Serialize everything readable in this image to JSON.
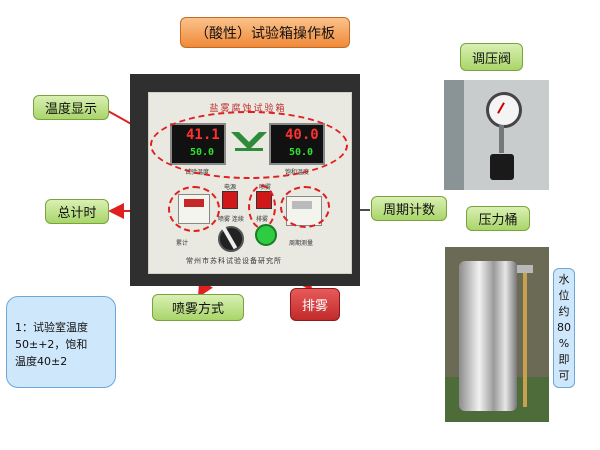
{
  "title": "（酸性）试验箱操作板",
  "callouts": {
    "temp_display": "温度显示",
    "total_timer": "总计时",
    "spray_mode": "喷雾方式",
    "exhaust": "排雾",
    "cycle_count": "周期计数",
    "regulator": "调压阀",
    "pressure_tank": "压力桶"
  },
  "panel": {
    "name": "盐雾腐蚀试验箱",
    "left_meter": {
      "pv": "41.1",
      "sv": "50.0",
      "label": "试验温度"
    },
    "right_meter": {
      "pv": "40.0",
      "sv": "50.0",
      "label": "饱和温度"
    },
    "power_label": "电源",
    "spray_label": "喷雾",
    "total_label": "累计",
    "cycle_label": "周期测量",
    "switch_label": "喷雾 连续",
    "exhaust_label": "排雾",
    "maker": "常州市苏科试验设备研究所"
  },
  "note": {
    "line1": "1：试验室温度",
    "line2": "50±+2，饱和",
    "line3": "温度40±2"
  },
  "water_level": [
    "水",
    "位",
    "约",
    "80",
    "%",
    "即",
    "可"
  ],
  "colors": {
    "arrow": "#e02020",
    "green_tag": "#a9d56a",
    "orange_tag": "#f08a3a",
    "red_tag": "#c12a2a",
    "note_bg": "#cfe7fb"
  }
}
